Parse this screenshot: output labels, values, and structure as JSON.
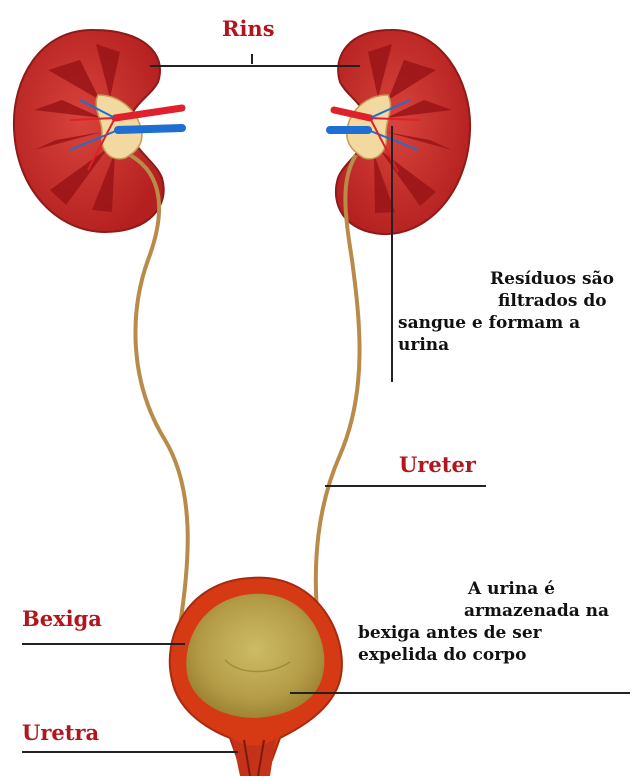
{
  "labels": {
    "rins": "Rins",
    "ureter": "Ureter",
    "bexiga": "Bexiga",
    "uretra": "Uretra"
  },
  "notes": {
    "residuos": {
      "line1": "Resíduos são",
      "line2": "filtrados do",
      "line3": "sangue e formam a",
      "line4": "urina"
    },
    "armazenada": {
      "line1": "A urina é",
      "line2": "armazenada na",
      "line3": "bexiga antes de ser",
      "line4": "expelida do corpo"
    }
  },
  "colors": {
    "label_red": "#b2161c",
    "kidney_outer": "#c4282a",
    "kidney_inner": "#a01d1f",
    "pelvis": "#f2d9a0",
    "artery": "#e0202a",
    "vein": "#1f6ed4",
    "ureter": "#b98a4a",
    "bladder_wall": "#d63a14",
    "bladder_inner": "#b9a24a",
    "leader_line": "#222222"
  }
}
